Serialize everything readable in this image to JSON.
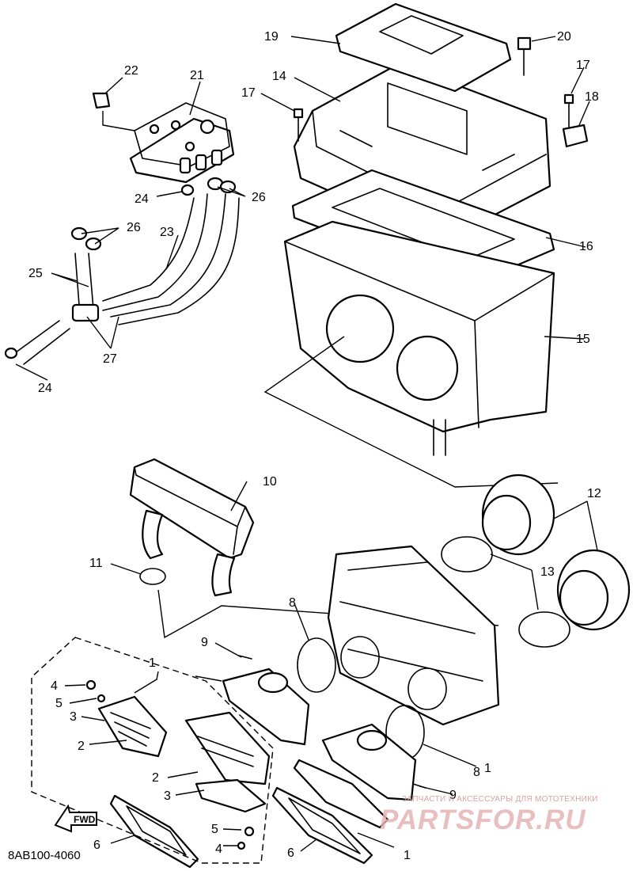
{
  "diagram": {
    "catalog_code": "8AB100-4060",
    "fwd_arrow_label": "FWD",
    "watermark": {
      "tagline": "ЗАПЧАСТИ И АКСЕССУАРЫ ДЛЯ МОТОТЕХНИКИ",
      "brand": "PARTSFOR.RU"
    },
    "callouts": [
      "1",
      "1",
      "1",
      "2",
      "2",
      "3",
      "3",
      "4",
      "4",
      "5",
      "5",
      "6",
      "6",
      "8",
      "8",
      "9",
      "9",
      "10",
      "11",
      "12",
      "13",
      "14",
      "15",
      "16",
      "17",
      "17",
      "18",
      "19",
      "20",
      "21",
      "22",
      "23",
      "24",
      "24",
      "25",
      "26",
      "26",
      "27"
    ]
  }
}
